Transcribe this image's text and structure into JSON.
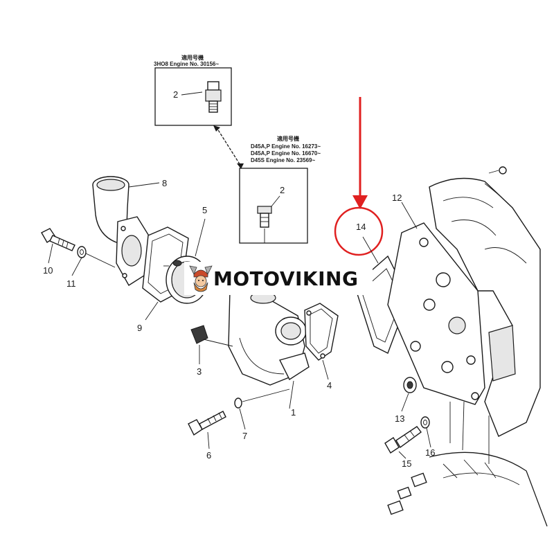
{
  "inset_top": {
    "header_cjk": "適用号機",
    "header": "3HO8 Engine No. 30156~",
    "part": "2"
  },
  "inset_mid": {
    "header_cjk": "適用号機",
    "line1": "D45A,P Engine No. 16273~",
    "line2": "D45A,P Engine No. 16670~",
    "line3": "D45S Engine No. 23569~",
    "part": "2"
  },
  "labels": {
    "p1": "1",
    "p3": "3",
    "p4": "4",
    "p5": "5",
    "p6": "6",
    "p7": "7",
    "p8": "8",
    "p9": "9",
    "p10": "10",
    "p11": "11",
    "p12": "12",
    "p13": "13",
    "p14": "14",
    "p15": "15",
    "p16": "16"
  },
  "highlight": {
    "target": "14",
    "color": "#e02020"
  },
  "watermark": {
    "text": "MOTOVIKING",
    "logo": "viking-head-icon"
  }
}
